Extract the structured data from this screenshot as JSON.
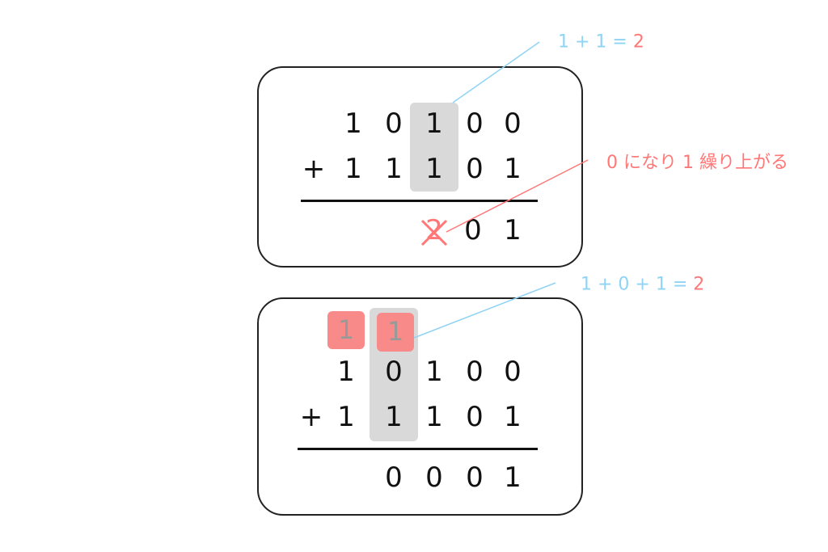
{
  "top": {
    "row1": [
      "1",
      "0",
      "1",
      "0",
      "0"
    ],
    "plus": "+",
    "row2": [
      "1",
      "1",
      "1",
      "0",
      "1"
    ],
    "result": [
      "2",
      "0",
      "1"
    ],
    "note_sum": {
      "lhs": "1 + 1 = ",
      "rhs": "2"
    },
    "note_carry": "0 になり 1 繰り上がる"
  },
  "bottom": {
    "carries": [
      "1",
      "1"
    ],
    "row1": [
      "1",
      "0",
      "1",
      "0",
      "0"
    ],
    "plus": "+",
    "row2": [
      "1",
      "1",
      "1",
      "0",
      "1"
    ],
    "result": [
      "0",
      "0",
      "0",
      "1"
    ],
    "note_sum": {
      "lhs": "1 + 0 + 1 = ",
      "rhs": "2"
    }
  },
  "colors": {
    "blue": "#8fd3f5",
    "red": "#ff7777",
    "highlight": "#d9d9d9",
    "carry": "#f98a8a"
  }
}
